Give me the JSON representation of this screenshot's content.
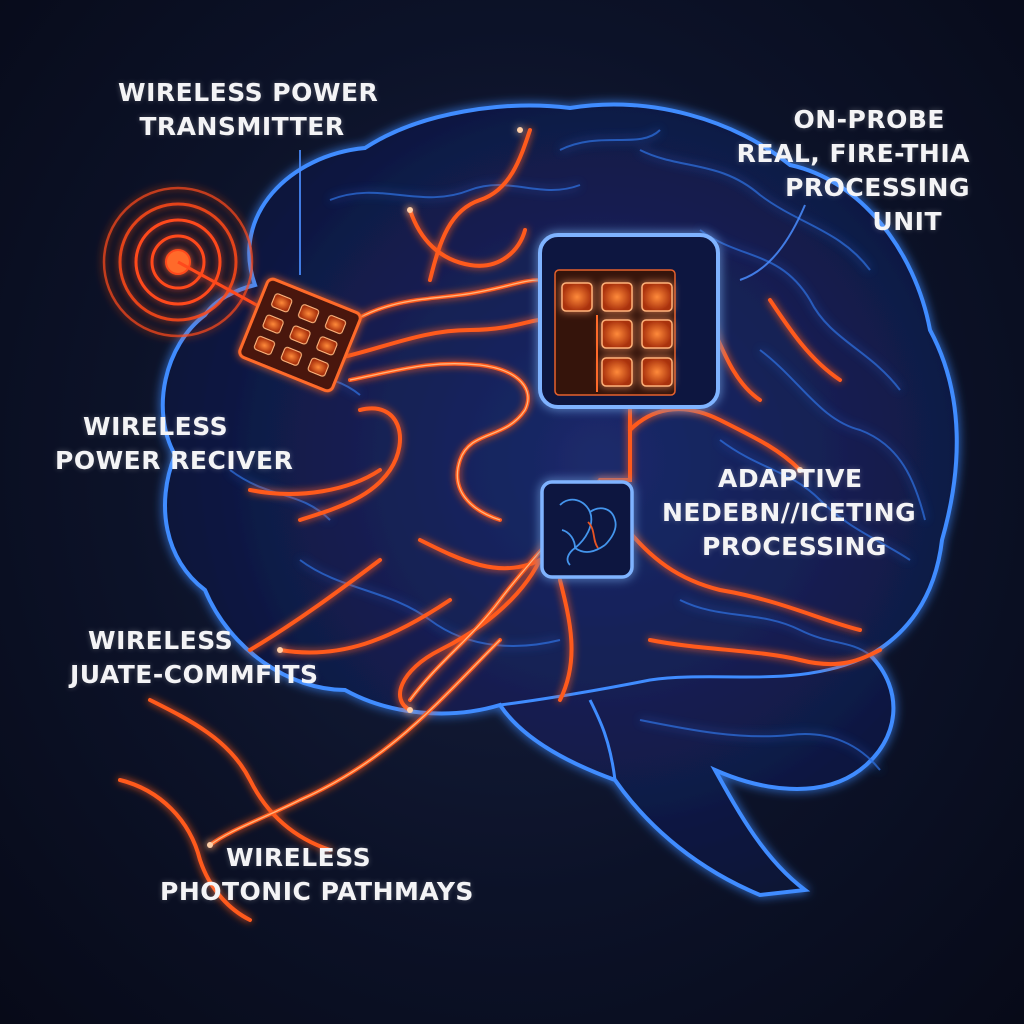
{
  "labels": {
    "wireless_power_transmitter": [
      "WIRELESS POWER",
      "TRANSMITTER"
    ],
    "on_probe_processing": [
      "ON-PROBE",
      "REAL, FIRE-THIA",
      "PROCESSING",
      "UNIT"
    ],
    "wireless_power_receiver": [
      "WIRELESS",
      "POWER RECIVER"
    ],
    "adaptive_processing": [
      "ADAPTIVE",
      "NEDEBN∕∕ICETING",
      "PROCESSING"
    ],
    "wireless_juate": [
      "WIRELESS",
      "JUATE-COMMFITS"
    ],
    "photonic_pathways": [
      "WIRELESS",
      "PHOTONIC PATHMAYS"
    ]
  },
  "colors": {
    "background": "#0c1228",
    "brain_outline": "#3f8cff",
    "pathway": "#ff5a1f",
    "pathway_core": "#ffb27a",
    "text": "#f4f4f6"
  }
}
